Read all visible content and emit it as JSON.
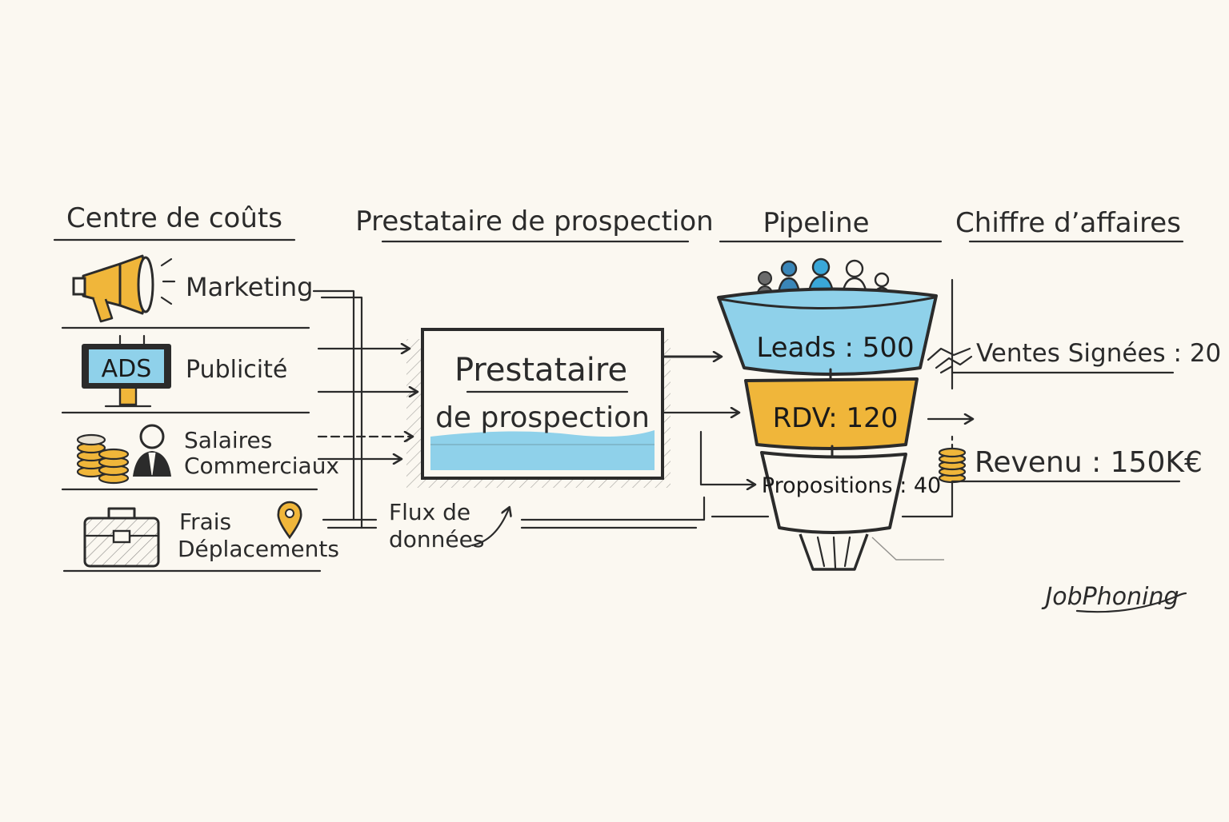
{
  "headers": {
    "cost_center": "Centre de coûts",
    "provider": "Prestataire de prospection",
    "pipeline": "Pipeline",
    "revenue": "Chiffre d’affaires"
  },
  "cost_items": [
    {
      "label_line1": "Marketing",
      "label_line2": "",
      "icon": "megaphone-icon"
    },
    {
      "label_line1": "Publicité",
      "label_line2": "",
      "icon": "billboard-icon",
      "badge": "ADS"
    },
    {
      "label_line1": "Salaires",
      "label_line2": "Commerciaux",
      "icon": "coins-person-icon"
    },
    {
      "label_line1": "Frais",
      "label_line2": "Déplacements",
      "icon": "briefcase-icon"
    }
  ],
  "provider_box": {
    "line1": "Prestataire",
    "line2": "de prospection"
  },
  "data_flow": {
    "line1": "Flux de",
    "line2": "données"
  },
  "funnel": {
    "leads": "Leads : 500",
    "rdv": "RDV: 120",
    "propositions": "Propositions : 40"
  },
  "results": {
    "sales": "Ventes Signées : 20",
    "revenue": "Revenu : 150K€"
  },
  "brand": "JobPhoning",
  "colors": {
    "blue": "#8fd1ea",
    "blue_dark": "#3aa7d8",
    "gold": "#f0b63a",
    "ink": "#2b2b2b",
    "paper": "#fbf8f1"
  }
}
